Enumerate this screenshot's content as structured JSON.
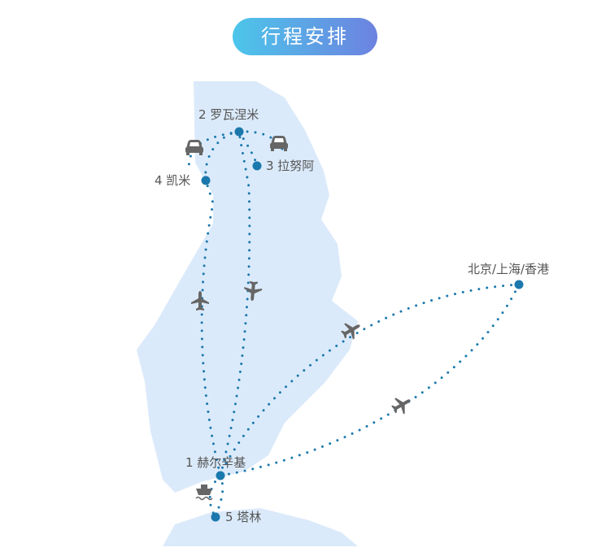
{
  "title": "行程安排",
  "places": [
    {
      "id": "helsinki",
      "label": "1 赫尔辛基"
    },
    {
      "id": "rovaniemi",
      "label": "2 罗瓦涅米"
    },
    {
      "id": "lapland",
      "label": "3 拉努阿"
    },
    {
      "id": "kemi",
      "label": "4 凯米"
    },
    {
      "id": "tallinn",
      "label": "5 塔林"
    },
    {
      "id": "china",
      "label": "北京/上海/香港"
    }
  ],
  "colors": {
    "land": "#dbeafa",
    "route": "#1a78ad",
    "icon": "#666666"
  }
}
